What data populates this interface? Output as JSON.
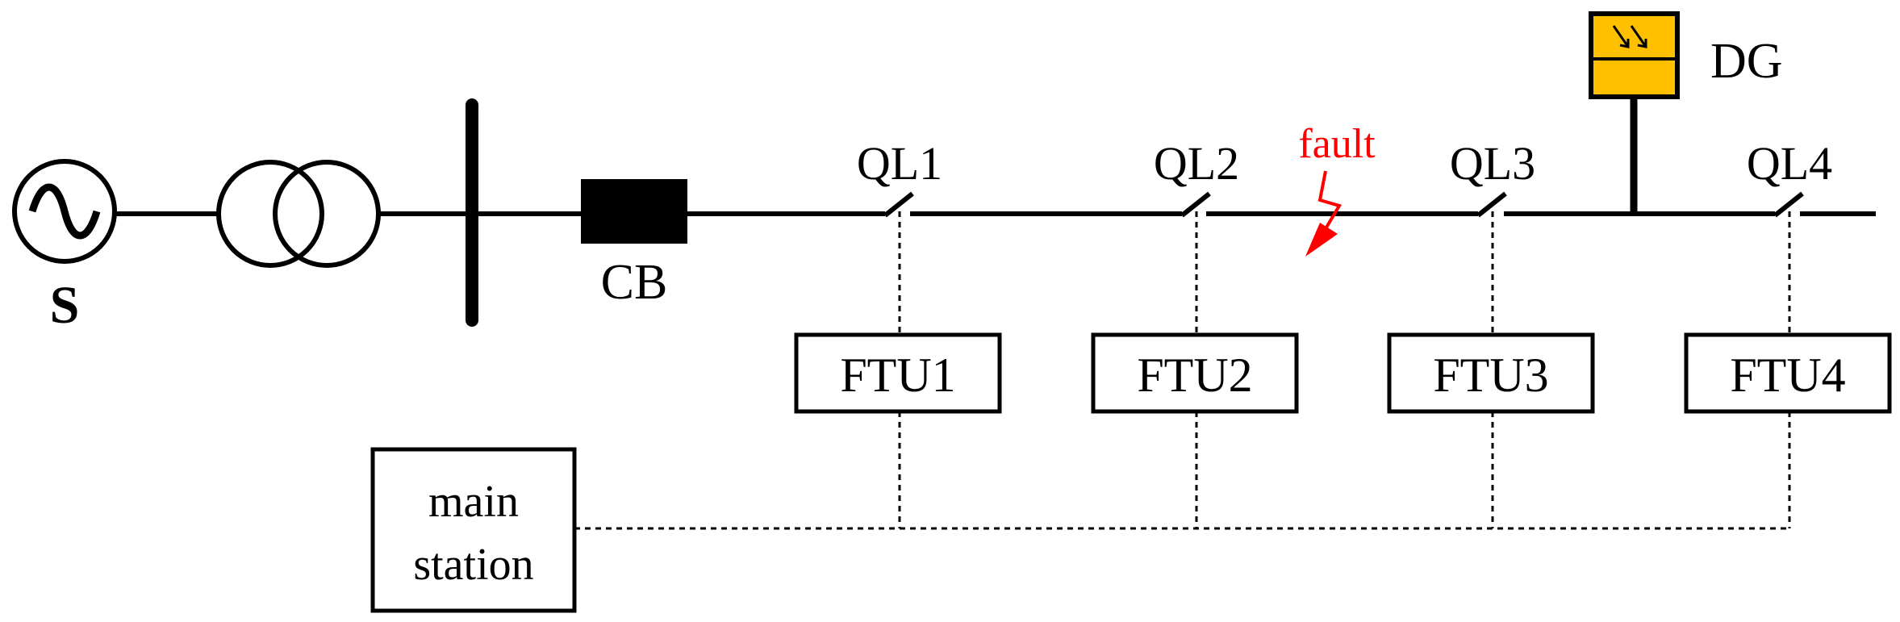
{
  "labels": {
    "source": "S",
    "breaker": "CB",
    "dg": "DG",
    "fault": "fault"
  },
  "switches": [
    {
      "label": "QL1",
      "ftu": "FTU1"
    },
    {
      "label": "QL2",
      "ftu": "FTU2"
    },
    {
      "label": "QL3",
      "ftu": "FTU3"
    },
    {
      "label": "QL4",
      "ftu": "FTU4"
    }
  ],
  "main_station": {
    "line1": "main",
    "line2": "station"
  },
  "colors": {
    "line": "#000000",
    "fault": "#ff0000",
    "dg_fill": "#ffc000"
  }
}
